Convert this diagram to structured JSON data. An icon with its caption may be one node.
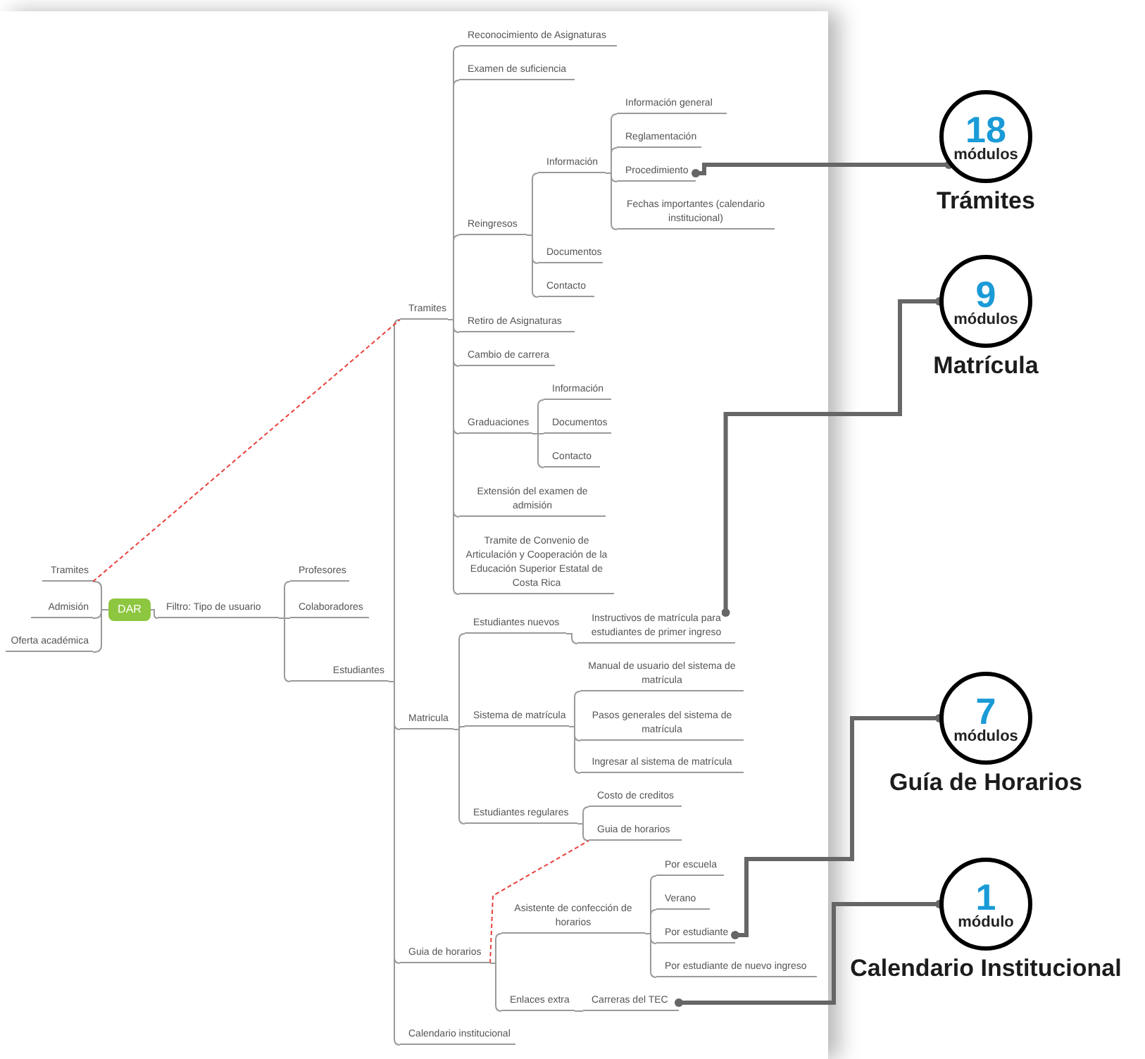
{
  "diagram": {
    "nodes": [
      {
        "text": [
          "DAR"
        ]
      },
      {
        "text": [
          "Tramites"
        ]
      },
      {
        "text": [
          "Admisión"
        ]
      },
      {
        "text": [
          "Oferta académica"
        ]
      },
      {
        "text": [
          "Filtro: Tipo de usuario"
        ]
      },
      {
        "text": [
          "Profesores"
        ]
      },
      {
        "text": [
          "Colaboradores"
        ]
      },
      {
        "text": [
          "Estudiantes"
        ]
      },
      {
        "text": [
          "Tramites"
        ]
      },
      {
        "text": [
          "Reconocimiento de Asignaturas"
        ]
      },
      {
        "text": [
          "Examen de suficiencia"
        ]
      },
      {
        "text": [
          "Reingresos"
        ]
      },
      {
        "text": [
          "Información"
        ]
      },
      {
        "text": [
          "Información general"
        ]
      },
      {
        "text": [
          "Reglamentación"
        ]
      },
      {
        "text": [
          "Procedimiento"
        ]
      },
      {
        "text": [
          "Fechas importantes (calendario institucional)"
        ]
      },
      {
        "text": [
          "Documentos"
        ]
      },
      {
        "text": [
          "Contacto"
        ]
      },
      {
        "text": [
          "Retiro de Asignaturas"
        ]
      },
      {
        "text": [
          "Cambio de carrera"
        ]
      },
      {
        "text": [
          "Graduaciones"
        ]
      },
      {
        "text": [
          "Información"
        ]
      },
      {
        "text": [
          "Documentos"
        ]
      },
      {
        "text": [
          "Contacto"
        ]
      },
      {
        "text": [
          "Extensión del examen de admisión"
        ]
      },
      {
        "text": [
          "Tramite de Convenio de Articulación y Cooperación de la Educación Superior Estatal de Costa Rica"
        ]
      },
      {
        "text": [
          "Matricula"
        ]
      },
      {
        "text": [
          "Estudiantes nuevos"
        ]
      },
      {
        "text": [
          "Instructivos de matrícula para estudiantes de primer ingreso"
        ]
      },
      {
        "text": [
          "Sistema de matrícula"
        ]
      },
      {
        "text": [
          "Manual de usuario del sistema de matrícula"
        ]
      },
      {
        "text": [
          "Pasos generales del sistema de matrícula"
        ]
      },
      {
        "text": [
          "Ingresar al sistema de matrícula"
        ]
      },
      {
        "text": [
          "Estudiantes regulares"
        ]
      },
      {
        "text": [
          "Costo de creditos"
        ]
      },
      {
        "text": [
          "Guia de horarios"
        ]
      },
      {
        "text": [
          "Guia de horarios"
        ]
      },
      {
        "text": [
          "Asistente de confección de horarios"
        ]
      },
      {
        "text": [
          "Por escuela"
        ]
      },
      {
        "text": [
          "Verano"
        ]
      },
      {
        "text": [
          "Por estudiante"
        ]
      },
      {
        "text": [
          "Por estudiante de nuevo ingreso"
        ]
      },
      {
        "text": [
          "Enlaces extra"
        ]
      },
      {
        "text": [
          "Carreras del TEC"
        ]
      },
      {
        "text": [
          "Calendario institucional"
        ]
      },
      {
        "text": [
          "18",
          "módulos",
          "Trámites"
        ]
      },
      {
        "text": [
          "9",
          "módulos",
          "Matrícula"
        ]
      },
      {
        "text": [
          "7",
          "módulos",
          "Guía de Horarios"
        ]
      },
      {
        "text": [
          "1",
          "módulo",
          "Calendario Institucional"
        ]
      }
    ],
    "edges": [
      {
        "from": 0,
        "to": 1,
        "arrow": "none"
      },
      {
        "from": 0,
        "to": 2,
        "arrow": "none"
      },
      {
        "from": 0,
        "to": 3,
        "arrow": "none"
      },
      {
        "from": 0,
        "to": 4,
        "arrow": "none"
      },
      {
        "from": 4,
        "to": 5,
        "arrow": "none"
      },
      {
        "from": 4,
        "to": 6,
        "arrow": "none"
      },
      {
        "from": 4,
        "to": 7,
        "arrow": "none"
      },
      {
        "from": 7,
        "to": 8,
        "arrow": "none"
      },
      {
        "from": 8,
        "to": 9,
        "arrow": "none"
      },
      {
        "from": 8,
        "to": 10,
        "arrow": "none"
      },
      {
        "from": 8,
        "to": 11,
        "arrow": "none"
      },
      {
        "from": 11,
        "to": 12,
        "arrow": "none"
      },
      {
        "from": 12,
        "to": 13,
        "arrow": "none"
      },
      {
        "from": 12,
        "to": 14,
        "arrow": "none"
      },
      {
        "from": 12,
        "to": 15,
        "arrow": "none"
      },
      {
        "from": 12,
        "to": 16,
        "arrow": "none"
      },
      {
        "from": 11,
        "to": 17,
        "arrow": "none"
      },
      {
        "from": 11,
        "to": 18,
        "arrow": "none"
      },
      {
        "from": 8,
        "to": 19,
        "arrow": "none"
      },
      {
        "from": 8,
        "to": 20,
        "arrow": "none"
      },
      {
        "from": 8,
        "to": 21,
        "arrow": "none"
      },
      {
        "from": 21,
        "to": 22,
        "arrow": "none"
      },
      {
        "from": 21,
        "to": 23,
        "arrow": "none"
      },
      {
        "from": 21,
        "to": 24,
        "arrow": "none"
      },
      {
        "from": 8,
        "to": 25,
        "arrow": "none"
      },
      {
        "from": 8,
        "to": 26,
        "arrow": "none"
      },
      {
        "from": 7,
        "to": 27,
        "arrow": "none"
      },
      {
        "from": 27,
        "to": 28,
        "arrow": "none"
      },
      {
        "from": 28,
        "to": 29,
        "arrow": "none"
      },
      {
        "from": 27,
        "to": 30,
        "arrow": "none"
      },
      {
        "from": 30,
        "to": 31,
        "arrow": "none"
      },
      {
        "from": 30,
        "to": 32,
        "arrow": "none"
      },
      {
        "from": 30,
        "to": 33,
        "arrow": "none"
      },
      {
        "from": 27,
        "to": 34,
        "arrow": "none"
      },
      {
        "from": 34,
        "to": 35,
        "arrow": "none"
      },
      {
        "from": 34,
        "to": 36,
        "arrow": "none"
      },
      {
        "from": 7,
        "to": 37,
        "arrow": "none"
      },
      {
        "from": 37,
        "to": 38,
        "arrow": "none"
      },
      {
        "from": 38,
        "to": 39,
        "arrow": "none"
      },
      {
        "from": 38,
        "to": 40,
        "arrow": "none"
      },
      {
        "from": 38,
        "to": 41,
        "arrow": "none"
      },
      {
        "from": 38,
        "to": 42,
        "arrow": "none"
      },
      {
        "from": 37,
        "to": 43,
        "arrow": "none"
      },
      {
        "from": 43,
        "to": 44,
        "arrow": "none"
      },
      {
        "from": 7,
        "to": 45,
        "arrow": "none"
      },
      {
        "from": 1,
        "to": 8,
        "arrow": "none",
        "style": "dashed",
        "color": "#e8413c"
      },
      {
        "from": 37,
        "to": 36,
        "arrow": "none",
        "style": "dashed",
        "color": "#e8413c"
      },
      {
        "from": 46,
        "to": 15,
        "arrow": "other",
        "style": "thick",
        "color": "#666666"
      },
      {
        "from": 47,
        "to": 29,
        "arrow": "other",
        "style": "thick",
        "color": "#666666"
      },
      {
        "from": 48,
        "to": 41,
        "arrow": "other",
        "style": "thick",
        "color": "#666666"
      },
      {
        "from": 49,
        "to": 44,
        "arrow": "other",
        "style": "thick",
        "color": "#666666"
      }
    ]
  }
}
